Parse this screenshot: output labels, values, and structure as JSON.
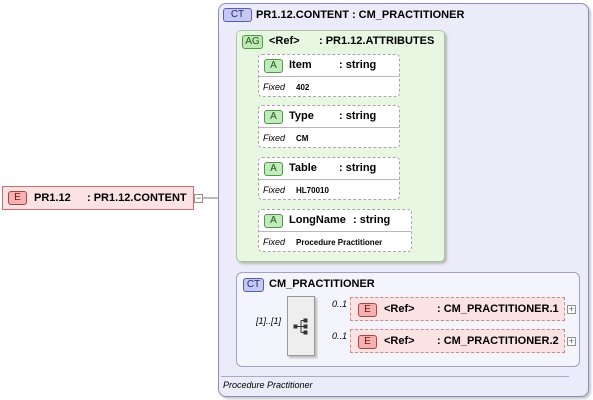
{
  "root_element": {
    "badge": "E",
    "name": "PR1.12",
    "type": ": PR1.12.CONTENT"
  },
  "content_type": {
    "badge": "CT",
    "title": "PR1.12.CONTENT : CM_PRACTITIONER"
  },
  "attribute_group": {
    "badge": "AG",
    "ref": "<Ref>",
    "type": ": PR1.12.ATTRIBUTES"
  },
  "attributes": [
    {
      "badge": "A",
      "name": "Item",
      "type": ": string",
      "fixed_label": "Fixed",
      "fixed_value": "402"
    },
    {
      "badge": "A",
      "name": "Type",
      "type": ": string",
      "fixed_label": "Fixed",
      "fixed_value": "CM"
    },
    {
      "badge": "A",
      "name": "Table",
      "type": ": string",
      "fixed_label": "Fixed",
      "fixed_value": "HL70010"
    },
    {
      "badge": "A",
      "name": "LongName",
      "type": ": string",
      "fixed_label": "Fixed",
      "fixed_value": "Procedure Practitioner"
    }
  ],
  "complex_type": {
    "badge": "CT",
    "title": "CM_PRACTITIONER"
  },
  "sequence": {
    "multiplicity": "[1]..[1]"
  },
  "children": [
    {
      "badge": "E",
      "ref": "<Ref>",
      "type": ": CM_PRACTITIONER.1",
      "multiplicity": "0..1"
    },
    {
      "badge": "E",
      "ref": "<Ref>",
      "type": ": CM_PRACTITIONER.2",
      "multiplicity": "0..1"
    }
  ],
  "annotation": "Procedure Practitioner",
  "colors": {
    "element_fill": "#fbe3e3",
    "element_border": "#d46a6a",
    "ct_fill": "#ebebf9",
    "ct_border": "#8c8cc4",
    "ag_fill": "#e7f7e1",
    "ag_border": "#a8c7a0"
  }
}
